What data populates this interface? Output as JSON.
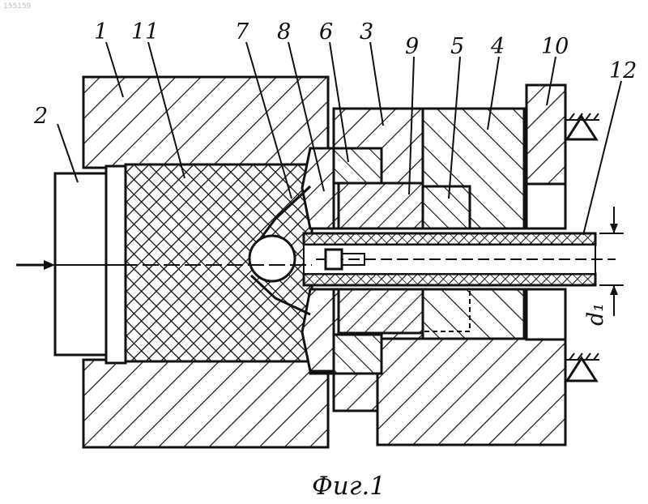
{
  "figure": {
    "corner_text": "155159",
    "caption": "Фиг.1",
    "dimension_label": "d₁",
    "part_labels": [
      {
        "id": "p1",
        "text": "1"
      },
      {
        "id": "p11",
        "text": "11"
      },
      {
        "id": "p7",
        "text": "7"
      },
      {
        "id": "p8",
        "text": "8"
      },
      {
        "id": "p6",
        "text": "6"
      },
      {
        "id": "p3",
        "text": "3"
      },
      {
        "id": "p9",
        "text": "9"
      },
      {
        "id": "p5",
        "text": "5"
      },
      {
        "id": "p4",
        "text": "4"
      },
      {
        "id": "p10",
        "text": "10"
      },
      {
        "id": "p12",
        "text": "12"
      },
      {
        "id": "p2",
        "text": "2"
      }
    ]
  }
}
